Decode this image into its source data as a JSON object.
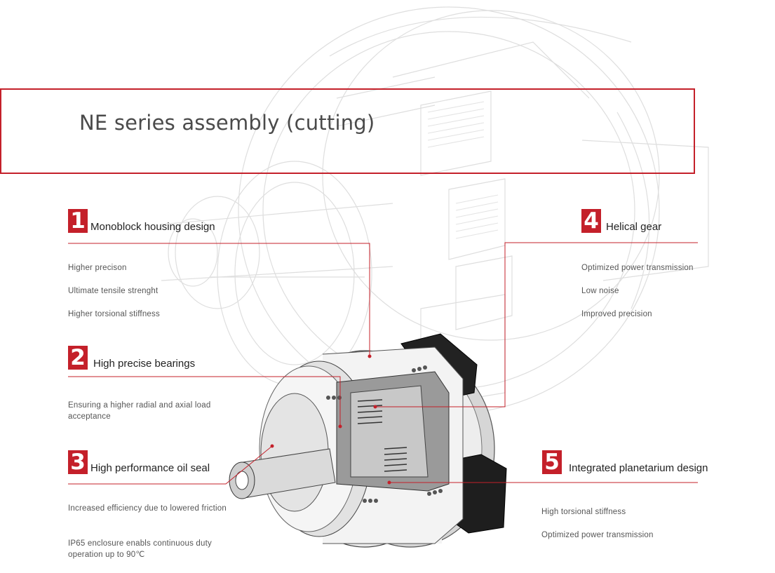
{
  "title": "NE series assembly (cutting)",
  "colors": {
    "accent": "#c4202a",
    "text": "#222222",
    "muted": "#555555"
  },
  "features": [
    {
      "number": "1",
      "title": "Monoblock housing design",
      "items": [
        "Higher precison",
        "Ultimate tensile strenght",
        "Higher torsional stiffness"
      ]
    },
    {
      "number": "2",
      "title": "High precise bearings",
      "items": [
        "Ensuring a higher radial and axial load acceptance"
      ]
    },
    {
      "number": "3",
      "title": "High performance oil seal",
      "items": [
        "Increased efficiency due to lowered friction",
        "IP65 enclosure enabls continuous duty operation up to 90℃"
      ]
    },
    {
      "number": "4",
      "title": "Helical gear",
      "items": [
        "Optimized power transmission",
        "Low noise",
        "Improved precision"
      ]
    },
    {
      "number": "5",
      "title": "Integrated planetarium design",
      "items": [
        "High torsional stiffness",
        "Optimized power transmission"
      ]
    }
  ]
}
